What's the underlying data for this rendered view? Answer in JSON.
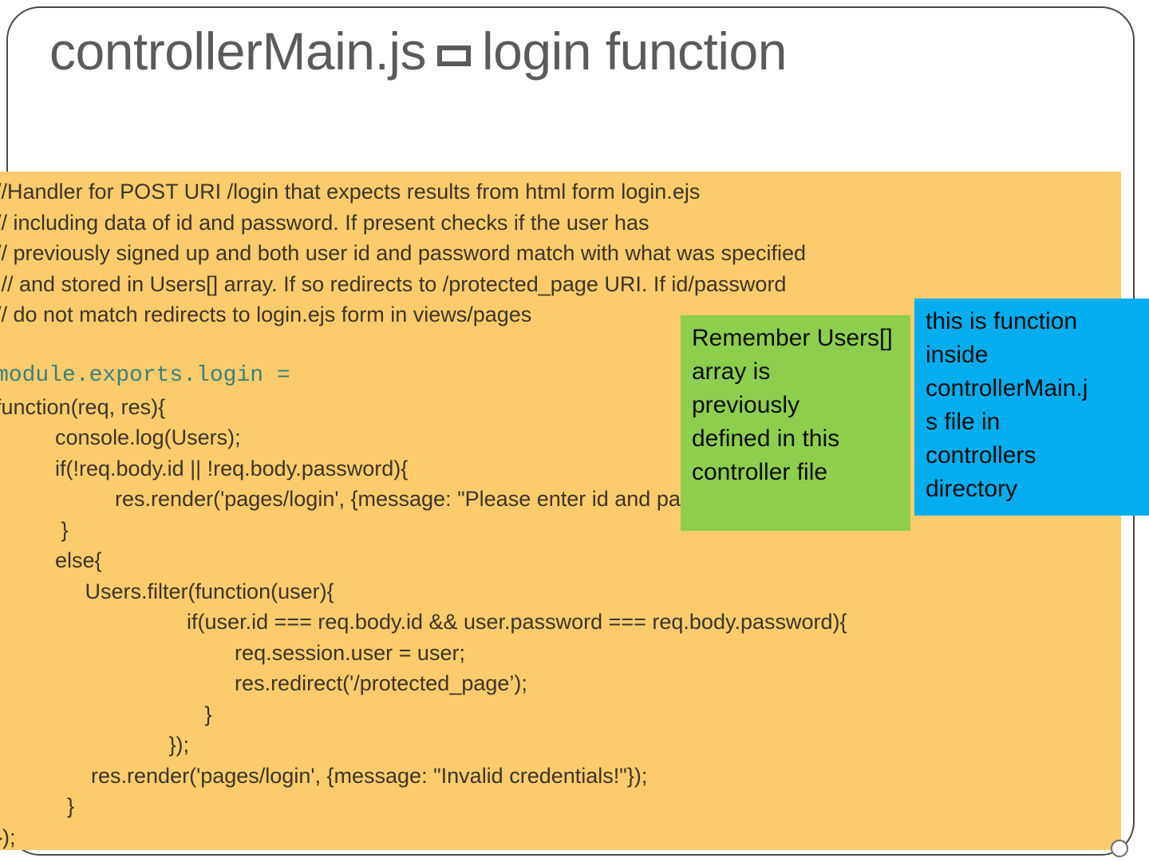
{
  "slide": {
    "title_left": "controllerMain.js",
    "title_glyph": "missing-glyph-box",
    "title_right": "login function",
    "colors": {
      "code_panel_bg": "#fbcb6d",
      "code_text": "#3e3428",
      "mono_accent": "#3c7f78",
      "callout_green": "#8dce4f",
      "callout_blue": "#04adee",
      "title_text": "#5b5b5b",
      "frame_border": "#4a4a4a"
    }
  },
  "code": {
    "lines": [
      "//Handler for POST URI /login that expects results from html form login.ejs",
      "// including data of id and password. If present checks if the user has",
      "// previously signed up and both user id and password match with what was specified",
      " // and stored in Users[] array. If so redirects to /protected_page URI. If id/password",
      "// do not match redirects to login.ejs form in views/pages",
      "",
      "module.exports.login =",
      "function(req, res){",
      "          console.log(Users);",
      "          if(!req.body.id || !req.body.password){",
      "                    res.render('pages/login', {message: \"Please enter id and password\"});",
      "           }",
      "          else{",
      "               Users.filter(function(user){",
      "                                if(user.id === req.body.id && user.password === req.body.password){",
      "                                        req.session.user = user;",
      "                                        res.redirect('/protected_page’);",
      "                                   }",
      "                             });",
      "                res.render('pages/login', {message: \"Invalid credentials!\"});",
      "            }",
      "});"
    ],
    "mono_line_index": 6,
    "blank_line_index": 5
  },
  "callouts": {
    "green": {
      "text": "Remember Users[]\narray is\npreviously\ndefined in this\ncontroller file"
    },
    "blue": {
      "text": "this is function\ninside\ncontrollerMain.j\ns  file in\ncontrollers\ndirectory"
    }
  }
}
